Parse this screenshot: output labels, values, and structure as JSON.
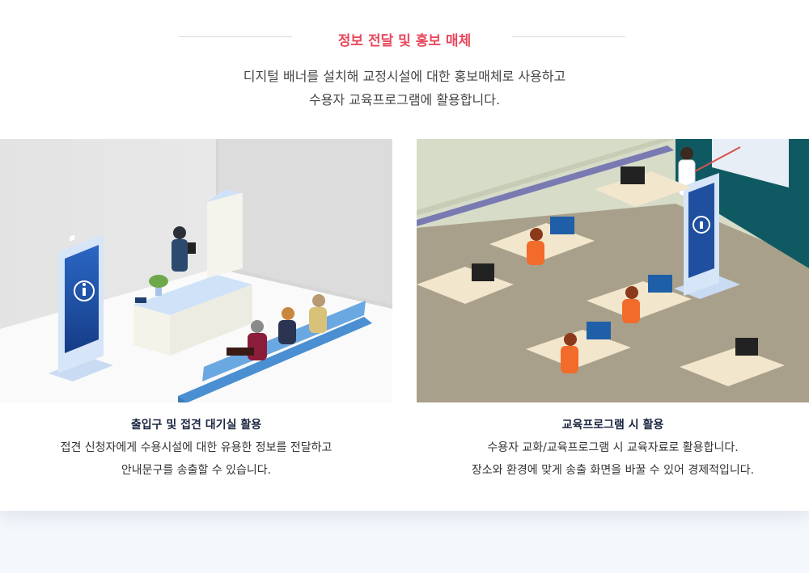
{
  "section": {
    "title": "정보 전달 및 홍보 매체",
    "intro_lines": [
      "디지털 배너를 설치해 교정시설에 대한 홍보매체로 사용하고",
      "수용자 교육프로그램에 활용합니다."
    ]
  },
  "features": [
    {
      "title": "출입구 및 접견 대기실 활용",
      "lines": [
        "접견 신청자에게 수용시설에 대한 유용한 정보를 전달하고",
        "안내문구를 송출할 수 있습니다."
      ],
      "illustration_icons": [
        "kiosk-info-icon"
      ]
    },
    {
      "title": "교육프로그램 시 활용",
      "lines": [
        "수용자 교화/교육프로그램 시 교육자료로 활용합니다.",
        "장소와 환경에 맞게 송출 화면을 바꿀 수 있어 경제적입니다."
      ],
      "illustration_icons": [
        "kiosk-info-icon"
      ]
    }
  ],
  "colors": {
    "accent": "#e8475c",
    "heading": "#1b2540",
    "kiosk_screen": "#1f4f9e",
    "chairs": "#4a8fd1",
    "inmate_uniform": "#f26b2b",
    "classroom_floor": "#a8a08a",
    "board": "#0f5a62"
  }
}
